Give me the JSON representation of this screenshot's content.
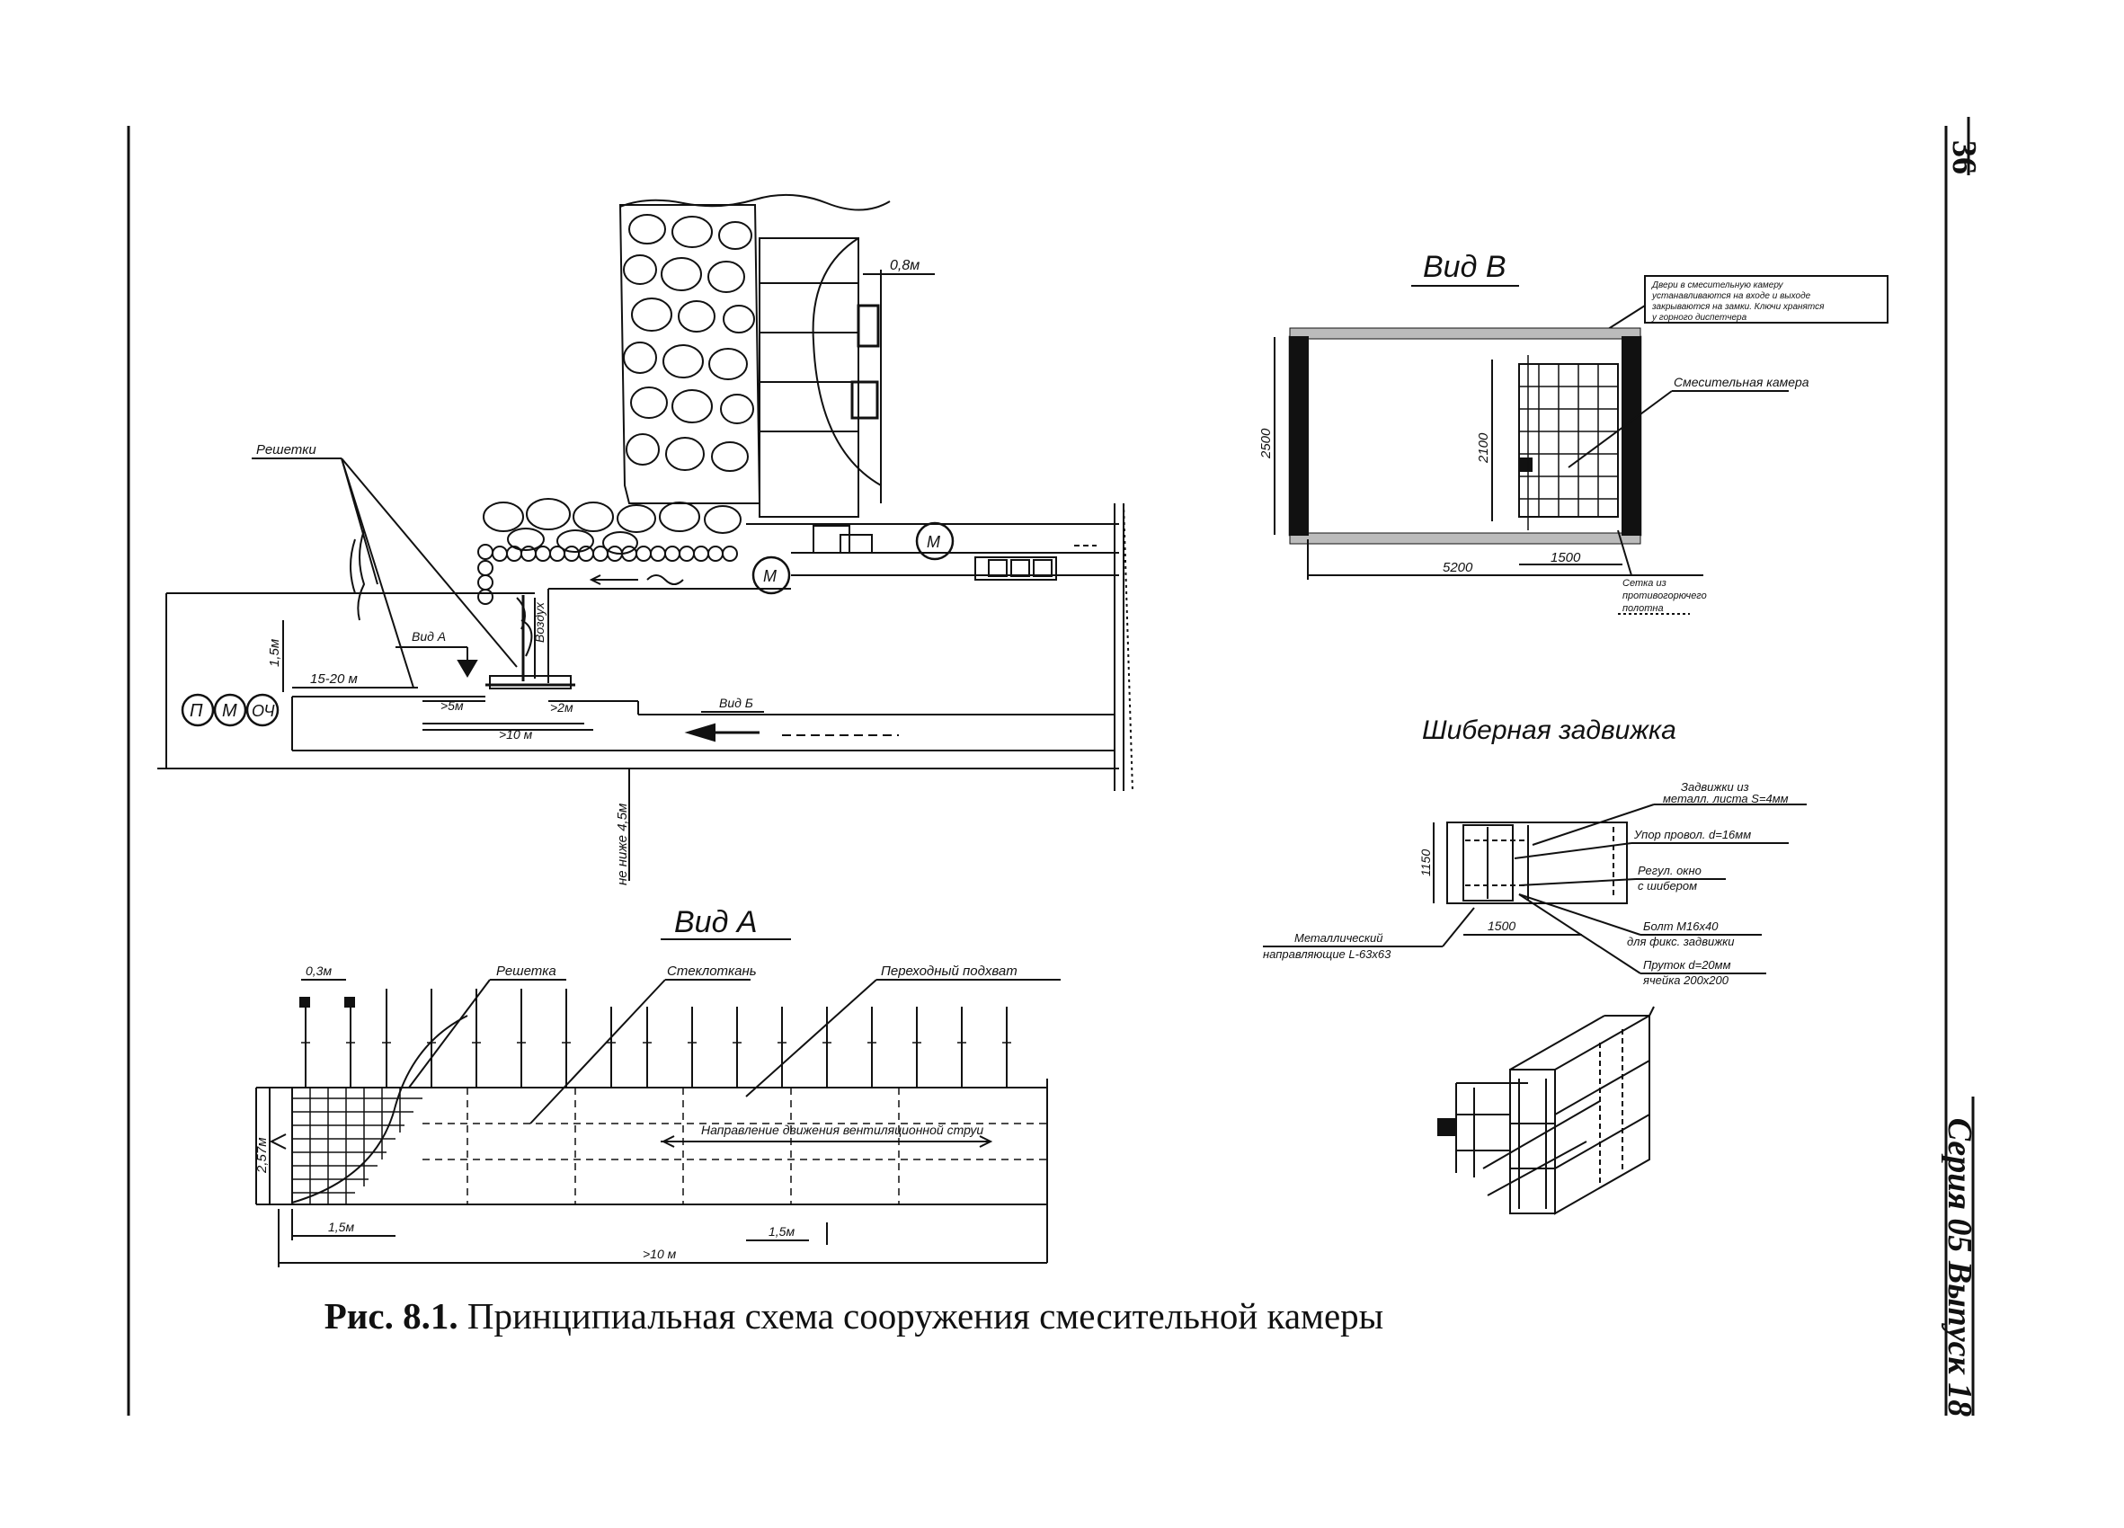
{
  "page": {
    "number": "36",
    "series": "Серия 05 Выпуск 18"
  },
  "caption": {
    "prefix": "Рис. 8.1.",
    "text": " Принципиальная схема сооружения смесительной камеры"
  },
  "plan": {
    "label_reshetki": "Решетки",
    "dim_08": "0,8м",
    "dim_15m": "1,5м",
    "dim_1520": "15-20 м",
    "dim_gt5": ">5м",
    "dim_gt2": ">2м",
    "dim_gt10": ">10 м",
    "label_vid_a": "Вид А",
    "label_vid_b": "Вид Б",
    "label_vozdukh": "Воздух",
    "dim_height": "не ниже 4,5м",
    "motor": "М",
    "station_items": [
      "П",
      "М",
      "ОЧ"
    ]
  },
  "view_a": {
    "title": "Вид А",
    "dim_03": "0,3м",
    "label_reshetka": "Решетка",
    "label_steklotkan": "Стеклоткань",
    "label_podkhvat": "Переходный подхват",
    "dim_height": "2,57м",
    "dim_15a": "1,5м",
    "dim_gt10": ">10 м",
    "dim_15b": "1,5м",
    "direction": "Направление движения вентиляционной струи"
  },
  "view_b": {
    "title": "Вид В",
    "note": [
      "Двери в смесительную камеру",
      "устанавливаются на входе и выходе",
      "закрываются на замки. Ключи хранятся",
      "у горного диспетчера"
    ],
    "label_kamera": "Смесительная камера",
    "dim_2500": "2500",
    "dim_2100": "2100",
    "dim_5200": "5200",
    "dim_1500": "1500",
    "label_setka": [
      "Сетка из",
      "противогорючего",
      "полотна"
    ]
  },
  "gate": {
    "title": "Шиберная задвижка",
    "label_zadvizhki": [
      "Задвижки из",
      "металл. листа S=4мм"
    ],
    "label_upor": "Упор провол. d=16мм",
    "label_regul": [
      "Регул. окно",
      "с шибером"
    ],
    "label_bolt": [
      "Болт М16х40",
      "для фикс. задвижки"
    ],
    "label_prutok": [
      "Пруток d=20мм",
      "ячейка 200х200"
    ],
    "label_metall": [
      "Металлический",
      "направляющие L-63х63"
    ],
    "dim_1150": "1150",
    "dim_1500": "1500"
  }
}
